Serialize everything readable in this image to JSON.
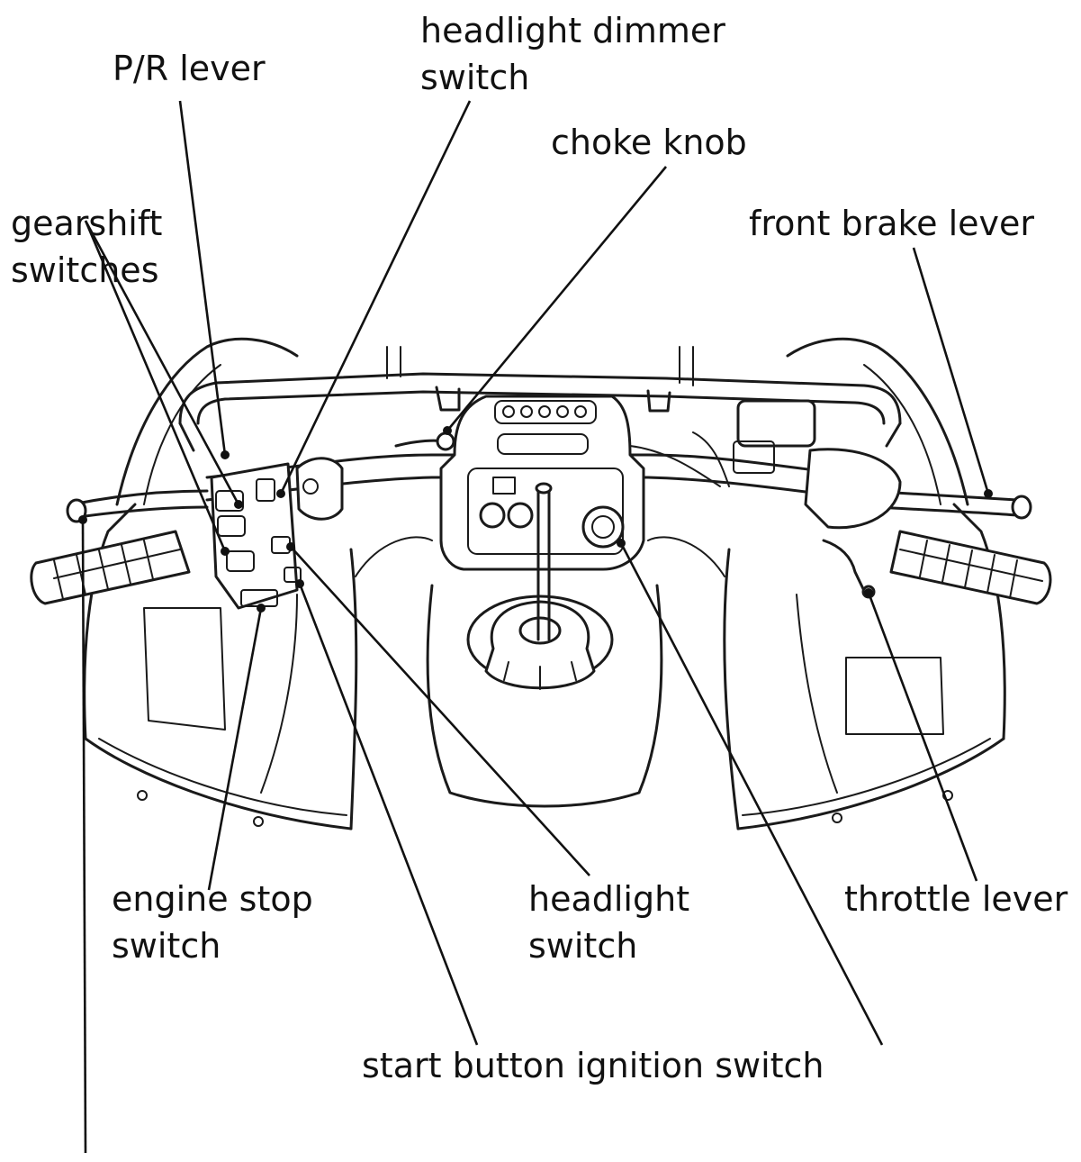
{
  "labels": {
    "pr_lever": "P/R lever",
    "headlight_dimmer_1": "headlight dimmer",
    "headlight_dimmer_2": "switch",
    "choke_knob": "choke knob",
    "gearshift_1": "gearshift",
    "gearshift_2": "switches",
    "front_brake_lever": "front brake lever",
    "engine_stop_1": "engine stop",
    "engine_stop_2": "switch",
    "headlight_switch_1": "headlight",
    "headlight_switch_2": "switch",
    "throttle_lever": "throttle lever",
    "start_ignition": "start button ignition switch"
  },
  "colors": {
    "ink": "#111111",
    "background": "#ffffff"
  }
}
